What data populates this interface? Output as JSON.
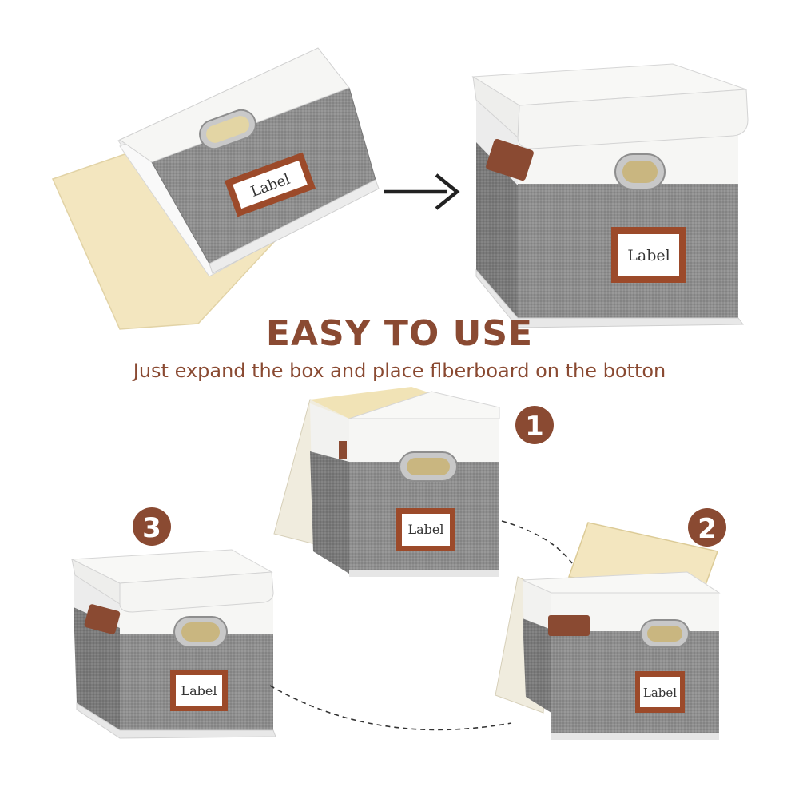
{
  "title": "EASY TO USE",
  "subtitle": "Just expand the box and place flberboard on the botton",
  "label_text": "Label",
  "steps": [
    "1",
    "2",
    "3"
  ],
  "colors": {
    "accent": "#8a4a32",
    "fabric_gray": "#8c8c8c",
    "fabric_white": "#f4f4f2",
    "fiberboard": "#f3e6bf",
    "leather": "#8a4a32",
    "label_frame": "#9c4a2a"
  },
  "icons": [
    "arrow-right-icon",
    "step-badge-icon",
    "dashed-path"
  ]
}
